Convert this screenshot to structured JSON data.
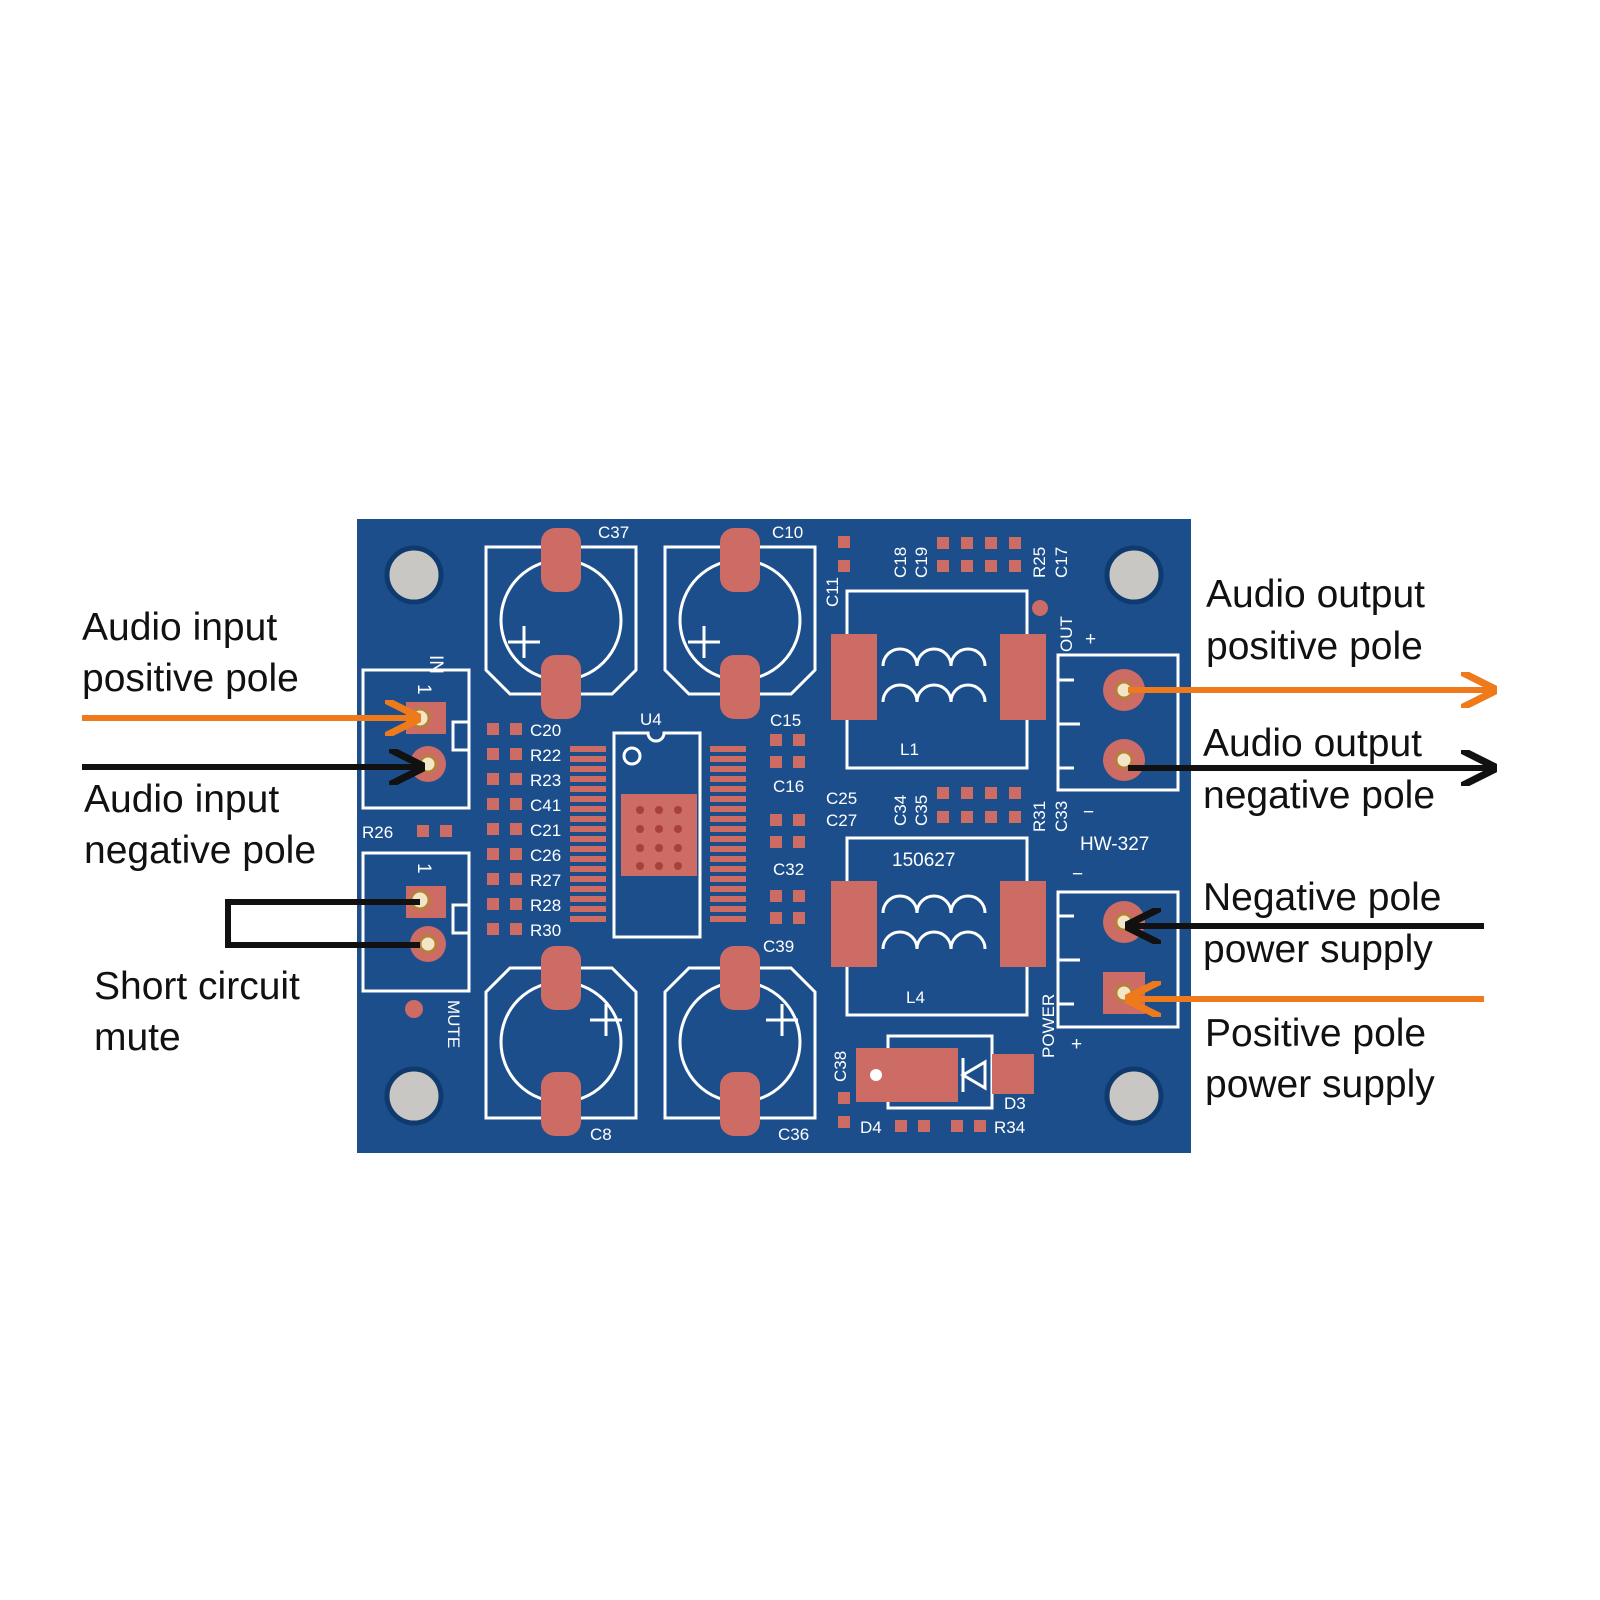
{
  "colors": {
    "board": "#1d4e8c",
    "pad": "#cd6b65",
    "silkscreen": "#ffffff",
    "arrow_orange": "#ee7a1c",
    "arrow_black": "#111111",
    "hole": "#c9c7c4"
  },
  "callouts": {
    "audio_input_positive": [
      "Audio input",
      "positive pole"
    ],
    "audio_input_negative": [
      "Audio input",
      "negative pole"
    ],
    "short_circuit_mute": [
      "Short circuit",
      "mute"
    ],
    "audio_output_positive": [
      "Audio output",
      "positive pole"
    ],
    "audio_output_negative": [
      "Audio output",
      "negative pole"
    ],
    "negative_power": [
      "Negative pole",
      "power supply"
    ],
    "positive_power": [
      "Positive pole",
      "power supply"
    ]
  },
  "board": {
    "model": "HW-327",
    "date_code": "150627",
    "ic": "U4",
    "inductors": [
      "L1",
      "L4"
    ],
    "big_caps": [
      "C37",
      "C10",
      "C8",
      "C36"
    ],
    "left_column": [
      "C20",
      "R22",
      "R23",
      "C41",
      "C21",
      "C26",
      "R27",
      "R28",
      "R30"
    ],
    "right_column": [
      "C15",
      "C16",
      "C32",
      "C39"
    ],
    "top_cluster": [
      "C11",
      "C18",
      "C19",
      "R25",
      "C17"
    ],
    "mid_cluster": [
      "C25",
      "C27",
      "C34",
      "C35",
      "R31",
      "C33"
    ],
    "bottom_parts": [
      "C38",
      "D3",
      "D4",
      "R34"
    ],
    "misc": {
      "r26": "R26",
      "in": "IN",
      "mute": "MUTE",
      "out": "OUT",
      "power": "POWER",
      "plus": "+",
      "minus": "−",
      "pin_one": "1"
    }
  }
}
